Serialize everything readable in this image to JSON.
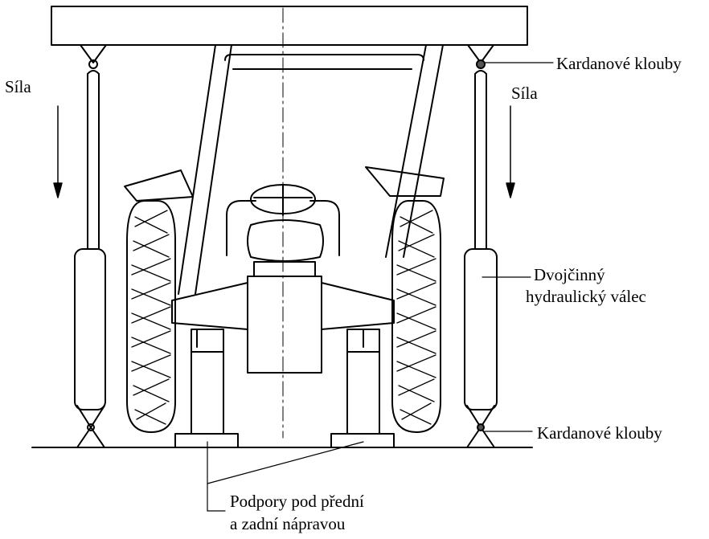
{
  "labels": {
    "force_left": "Síla",
    "force_right": "Síla",
    "joints_top": "Kardanové klouby",
    "joints_bottom": "Kardanové klouby",
    "cylinder_line1": "Dvojčinný",
    "cylinder_line2": "hydraulický válec",
    "supports_line1": "Podpory pod přední",
    "supports_line2": "a zadní nápravou"
  },
  "colors": {
    "stroke": "#000000",
    "background": "#ffffff"
  }
}
